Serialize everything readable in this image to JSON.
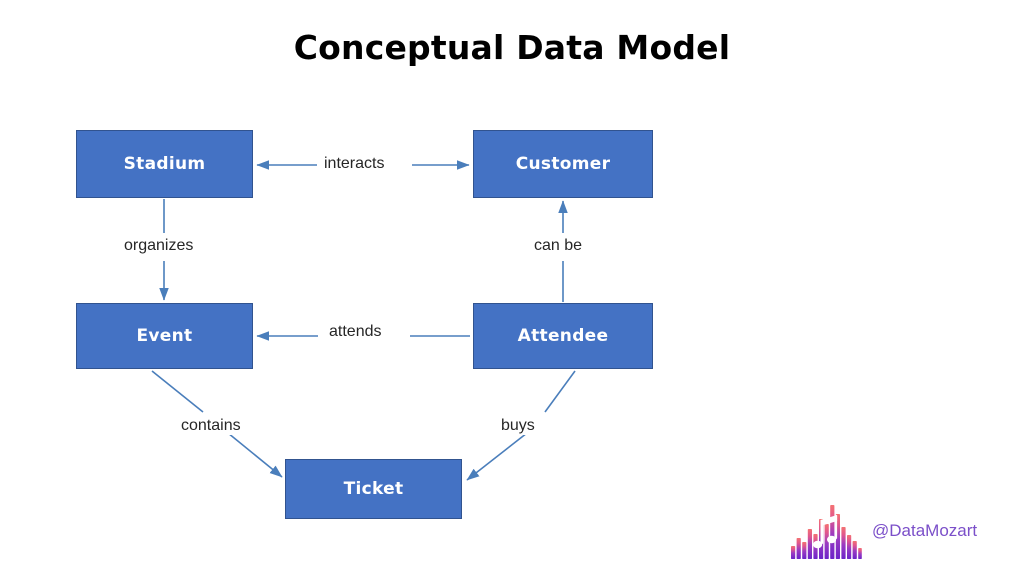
{
  "title": "Conceptual Data Model",
  "colors": {
    "entity_fill": "#4472C4",
    "entity_border": "#31538F",
    "entity_text": "#FFFFFF",
    "connector": "#4A7EBB",
    "label_text": "#262626",
    "title_text": "#000000",
    "watermark_text": "#7B4FC9",
    "watermark_gradient_top": "#F06B7E",
    "watermark_gradient_bottom": "#6B24C8",
    "background": "#FFFFFF"
  },
  "entities": [
    {
      "id": "stadium",
      "label": "Stadium"
    },
    {
      "id": "customer",
      "label": "Customer"
    },
    {
      "id": "event",
      "label": "Event"
    },
    {
      "id": "attendee",
      "label": "Attendee"
    },
    {
      "id": "ticket",
      "label": "Ticket"
    }
  ],
  "relationships": [
    {
      "id": "interacts",
      "label": "interacts",
      "from": "Stadium",
      "to": "Customer",
      "direction": "bidirectional"
    },
    {
      "id": "organizes",
      "label": "organizes",
      "from": "Stadium",
      "to": "Event",
      "direction": "down"
    },
    {
      "id": "canbe",
      "label": "can be",
      "from": "Attendee",
      "to": "Customer",
      "direction": "up"
    },
    {
      "id": "attends",
      "label": "attends",
      "from": "Attendee",
      "to": "Event",
      "direction": "left"
    },
    {
      "id": "contains",
      "label": "contains",
      "from": "Event",
      "to": "Ticket",
      "direction": "diagonal-down-right"
    },
    {
      "id": "buys",
      "label": "buys",
      "from": "Attendee",
      "to": "Ticket",
      "direction": "diagonal-down-left"
    }
  ],
  "watermark": {
    "handle": "@DataMozart",
    "logo_icon": "equalizer-music-note-icon"
  }
}
